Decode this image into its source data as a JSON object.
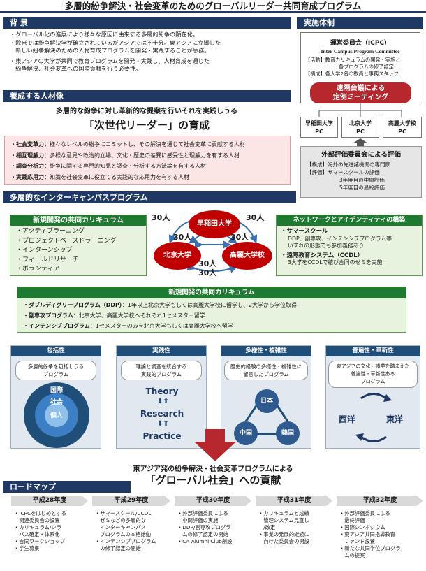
{
  "title": "多層的紛争解決・社会変革のためのグローバルリーダー共同育成プログラム",
  "background": {
    "heading": "背 景",
    "lines": [
      "・グローバル化の進展により様々な原因に由来する多層的紛争の顕在化。",
      "・欧米では紛争解決学が確立されているがアジアでは不十分。東アジアに立脚した",
      "　新しい紛争解決のための人材育成プログラムを開発・実践することが急務。",
      "・東アジアの大学が共同で教育プログラムを開発・実践し、人材育成を通じた",
      "　紛争解決、社会変革への国際貢献を行う必要性。"
    ]
  },
  "personnel": {
    "heading": "養成する人材像",
    "intro": "多層的な紛争に対し革新的な提案を行いそれを実践しうる",
    "title": "「次世代リーダー」の育成",
    "items": [
      {
        "label": "・社会変革力：",
        "text": "様々なレベルの紛争にコミットし、その解決を通じて社会変革に貢献する人材"
      },
      {
        "label": "・相互理解力：",
        "text": "多様な意見や政治的立場、文化・歴史の差異に感受性と理解力を有する人材"
      },
      {
        "label": "・調査分析力：",
        "text": "紛争に関する専門的知見と調査・分析する方法論を有する人材"
      },
      {
        "label": "・実践応用力：",
        "text": "知識を社会変革に役立てる実践的な応用力を有する人材"
      }
    ]
  },
  "system": {
    "heading": "実施体制",
    "committee_name": "運営委員会（ICPC）",
    "committee_en": "Inter-Campus Program Committee",
    "committee_lines": [
      "【活動】教育カリキュラムの開発・実施と",
      "各プログラムの修了認定",
      "【構成】各大学2名の教員と事務スタッフ"
    ],
    "meeting": [
      "遠隔会議による",
      "定例ミーティング"
    ],
    "pcs": [
      {
        "name": "早稲田大学",
        "pc": "PC"
      },
      {
        "name": "北京大学",
        "pc": "PC"
      },
      {
        "name": "高麗大学校",
        "pc": "PC"
      }
    ],
    "eval_title": "外部評価委員会による評価",
    "eval_lines": [
      "【構成】海外の先進諸機関の専門家",
      "【評価】サマースクールの評価",
      "3年度目の中間評価",
      "5年度目の最終評価"
    ]
  },
  "intercampus": {
    "heading": "多層的なインターキャンパスプログラム",
    "curriculum_title": "新規開発の共同カリキュラム",
    "curriculum_items": [
      "・アクティブラーニング",
      "・プロジェクトベースドラーニング",
      "・インターンシップ",
      "・フィールドリサーチ",
      "・ボランティア"
    ],
    "universities": [
      "早稲田大学",
      "北京大学",
      "高麗大学校"
    ],
    "counts": [
      "30人",
      "30人",
      "30人",
      "30人",
      "30人",
      "30人"
    ],
    "network_title": "ネットワークとアイデンティティの構築",
    "network_summer": "・サマースクール",
    "network_summer_desc": [
      "DDP、副専攻、インテンシブプログラム等",
      "いずれの形態でも参加義務あり"
    ],
    "network_ccdl": "・遠隔教育システム（CCDL）",
    "network_ccdl_desc": "3大学をCCDLで結び合同のゼミを実施",
    "joint_title": "新規開発の共同カリキュラム",
    "joint_items": [
      {
        "label": "・ダブルディグリープログラム（DDP）",
        "text": "：1年以上北京大学もしくは高麗大学校に留学し、2大学から学位取得"
      },
      {
        "label": "・副専攻プログラム",
        "text": "：北京大学、高麗大学校へそれぞれ1セメスター留学"
      },
      {
        "label": "・インテンシブプログラム",
        "text": "：1セメスターのみを北京大学もしくは高麗大学校へ留学"
      }
    ]
  },
  "features": [
    {
      "head": "包括性",
      "desc": [
        "多層的紛争を包括しうる",
        "プログラム"
      ],
      "rings": [
        "国際",
        "社会",
        "個人"
      ]
    },
    {
      "head": "実践性",
      "desc": [
        "理論と調査を統合する",
        "実践的プログラム"
      ],
      "flow": [
        "Theory",
        "Research",
        "Practice"
      ]
    },
    {
      "head": "多様性・複雑性",
      "desc": [
        "歴史的経験の多様性・複雑性に",
        "留意したプログラム"
      ],
      "nodes": [
        "日本",
        "中国",
        "韓国"
      ]
    },
    {
      "head": "普遍性・革新性",
      "desc": [
        "東アジアの文化・諸学を踏まえた",
        "普遍性・革新性ある",
        "プログラム"
      ],
      "sides": [
        "西洋",
        "東洋"
      ]
    }
  ],
  "contribution": {
    "line1": "東アジア発の紛争解決・社会変革プログラムによる",
    "line2": "「グローバル社会」への貢献"
  },
  "roadmap": {
    "heading": "ロードマップ",
    "years": [
      {
        "year": "平成28年度",
        "items": [
          "・ICPCをはじめとする",
          "　関連委員会の設置",
          "・カリキュラム/シラ",
          "　バス確定・体系化",
          "・合同ワークショップ",
          "・学生募集"
        ]
      },
      {
        "year": "平成29年度",
        "items": [
          "・サマースクール/CCDL",
          "　ゼミなどの多層的な",
          "　インターキャンパス",
          "　プログラムの本格始動",
          "・インテンシブプログラム",
          "　の修了認定の開始"
        ]
      },
      {
        "year": "平成30年度",
        "items": [
          "・外部評価委員による",
          "　中間評価の実施",
          "・DDP/副専攻プログラ",
          "　ムの修了認定の開始",
          "・CA Alumni Club創設"
        ]
      },
      {
        "year": "平成31年度",
        "items": [
          "・カリキュラムと成績",
          "　管理システム見直し",
          "　/改定",
          "・事業の発展的継続に",
          "　向けた委員会の開設"
        ]
      },
      {
        "year": "平成32年度",
        "items": [
          "・外部評価委員による",
          "　最終評価",
          "・国際シンポジウム",
          "・東アジア共同指導教育",
          "　ファンド設置",
          "・新たな共同学位プログラ",
          "　ムの提案"
        ]
      }
    ]
  },
  "colors": {
    "navy": "#1f3864",
    "red": "#c00000",
    "green": "#1e7a31"
  }
}
